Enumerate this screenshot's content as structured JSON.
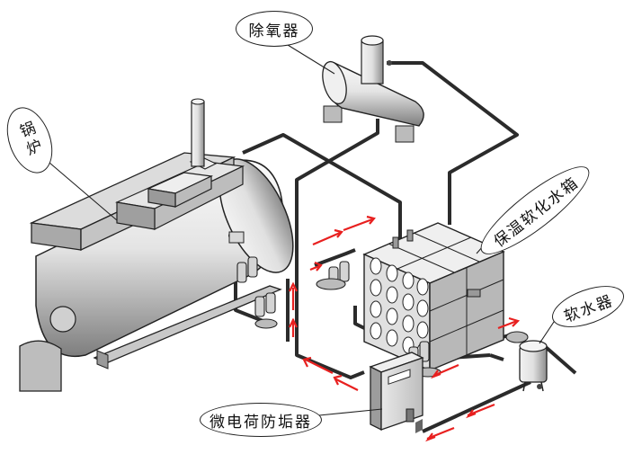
{
  "labels": {
    "deaerator": "除氧器",
    "boiler": "锅炉",
    "tank": "保温软化水箱",
    "softener": "软水器",
    "descaler": "微电荷防垢器"
  },
  "colors": {
    "pipe": "#2b2b2b",
    "flow_arrow": "#e8201f",
    "equipment_light": "#eeeeee",
    "equipment_shade": "#a8a8a8",
    "outline": "#222222"
  }
}
